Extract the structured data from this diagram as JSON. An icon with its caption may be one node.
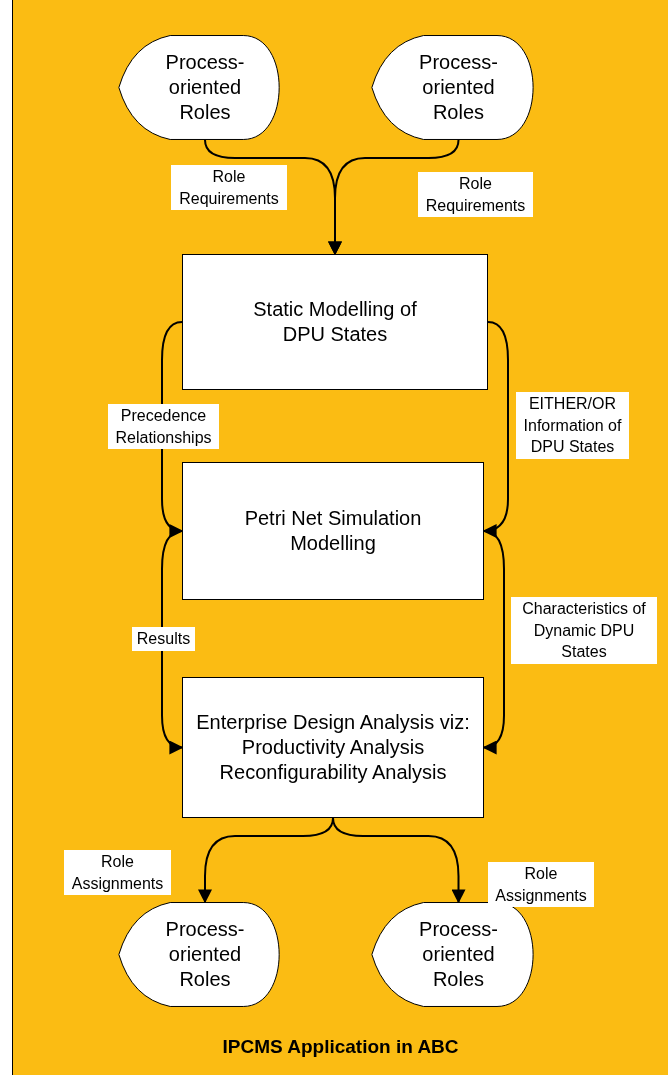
{
  "diagram": {
    "nodes": [
      {
        "text": [
          "IPCMS Application in ABC"
        ]
      },
      {
        "text": [
          "Process-oriented Roles"
        ],
        "in": 0
      },
      {
        "text": [
          "Process-oriented Roles"
        ],
        "in": 0
      },
      {
        "text": [
          "Static Modelling of DPU States"
        ],
        "in": 0
      },
      {
        "text": [
          "Petri Net Simulation Modelling"
        ],
        "in": 0
      },
      {
        "text": [
          "Enterprise Design Analysis viz:",
          "Productivity Analysis Reconfigurability Analysis"
        ],
        "in": 0
      },
      {
        "text": [
          "Process-oriented Roles"
        ],
        "in": 0
      },
      {
        "text": [
          "Process-oriented Roles"
        ],
        "in": 0
      }
    ],
    "edges": [
      {
        "from": 1,
        "to": 3,
        "arrow": "to",
        "label": "Role Requirements"
      },
      {
        "from": 2,
        "to": 3,
        "arrow": "to",
        "label": "Role Requirements"
      },
      {
        "from": 3,
        "to": 4,
        "arrow": "to",
        "label": "Precedence Relationships"
      },
      {
        "from": 3,
        "to": 4,
        "arrow": "to",
        "label": "EITHER/OR Information of DPU States"
      },
      {
        "from": 4,
        "to": 5,
        "arrow": "to",
        "label": "Results"
      },
      {
        "from": 4,
        "to": 5,
        "arrow": "to",
        "label": "Characteristics of Dynamic DPU States"
      },
      {
        "from": 5,
        "to": 6,
        "arrow": "to",
        "label": "Role Assignments"
      },
      {
        "from": 5,
        "to": 7,
        "arrow": "to",
        "label": "Role Assignments"
      }
    ]
  }
}
